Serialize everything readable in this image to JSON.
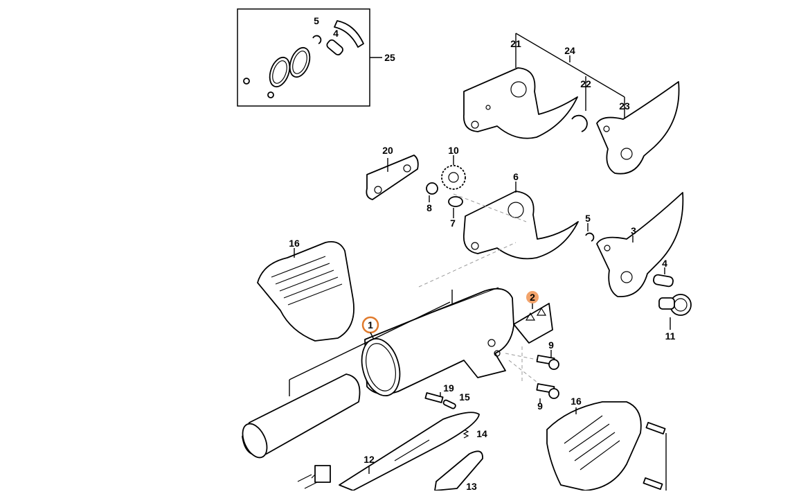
{
  "diagram": {
    "callouts": [
      {
        "id": "c1",
        "label": "1",
        "highlight": "#e07a2c",
        "filled": false
      },
      {
        "id": "c2",
        "label": "2",
        "highlight": "#f2a36b",
        "filled": true
      },
      {
        "id": "c3",
        "label": "3"
      },
      {
        "id": "c4a",
        "label": "4"
      },
      {
        "id": "c4b",
        "label": "4"
      },
      {
        "id": "c5a",
        "label": "5"
      },
      {
        "id": "c5b",
        "label": "5"
      },
      {
        "id": "c6",
        "label": "6"
      },
      {
        "id": "c7",
        "label": "7"
      },
      {
        "id": "c8",
        "label": "8"
      },
      {
        "id": "c9a",
        "label": "9"
      },
      {
        "id": "c9b",
        "label": "9"
      },
      {
        "id": "c10",
        "label": "10"
      },
      {
        "id": "c11",
        "label": "11"
      },
      {
        "id": "c12",
        "label": "12"
      },
      {
        "id": "c13",
        "label": "13"
      },
      {
        "id": "c14",
        "label": "14"
      },
      {
        "id": "c15",
        "label": "15"
      },
      {
        "id": "c16a",
        "label": "16"
      },
      {
        "id": "c16b",
        "label": "16"
      },
      {
        "id": "c19",
        "label": "19"
      },
      {
        "id": "c20",
        "label": "20"
      },
      {
        "id": "c21",
        "label": "21"
      },
      {
        "id": "c22",
        "label": "22"
      },
      {
        "id": "c23",
        "label": "23"
      },
      {
        "id": "c24",
        "label": "24"
      },
      {
        "id": "c25",
        "label": "25"
      }
    ],
    "colors": {
      "line": "#000000",
      "dashed_guide": "#999999",
      "highlight_ring": "#e07a2c",
      "highlight_fill": "#f2a36b"
    }
  }
}
